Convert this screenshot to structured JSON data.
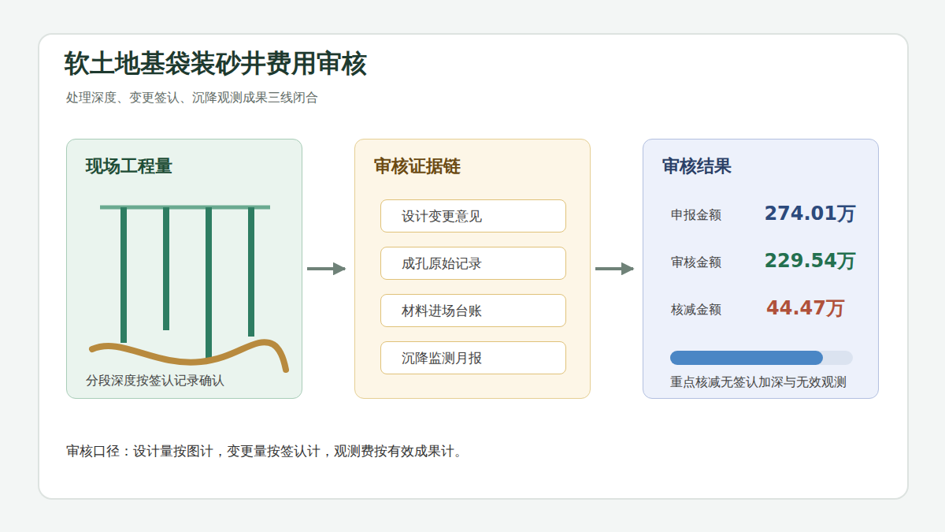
{
  "diagram": {
    "title": "软土地基袋装砂井费用审核",
    "caption": "审核口径：设计量按图计，变更量按签认计，观测费按有效成果计。",
    "nodes": [
      {
        "text": [
          "现场工程量",
          "分段深度按签认记录确认"
        ]
      },
      {
        "text": [
          "审核证据链"
        ]
      },
      {
        "text": [
          "设计变更意见"
        ],
        "in": 1
      },
      {
        "text": [
          "成孔原始记录"
        ],
        "in": 1
      },
      {
        "text": [
          "材料进场台账"
        ],
        "in": 1
      },
      {
        "text": [
          "沉降监测月报"
        ],
        "in": 1
      },
      {
        "text": [
          "审核结果",
          "申报金额",
          "274.01万",
          "审核金额",
          "229.54万",
          "核减金额",
          "44.47万",
          "重点核减无签认加深与无效观测"
        ]
      }
    ],
    "edges": [
      {
        "from": 0,
        "to": 1,
        "arrow": "to"
      },
      {
        "from": 1,
        "to": 6,
        "arrow": "to"
      }
    ],
    "labels": [
      "处理深度、变更签认、沉降观测成果三线闭合"
    ]
  }
}
